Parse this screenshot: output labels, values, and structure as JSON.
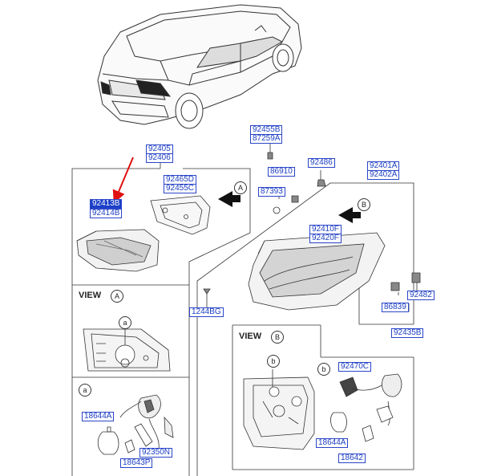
{
  "views": {
    "view_a": {
      "title": "VIEW",
      "marker": "A"
    },
    "view_b": {
      "title": "VIEW",
      "marker": "B"
    }
  },
  "markers": {
    "arrow_a": "A",
    "arrow_b": "B",
    "sub_a": "a",
    "sub_b": "b",
    "detail_a": "a",
    "detail_b": "b"
  },
  "parts": {
    "p92405": "92405",
    "p92406": "92406",
    "p92465D": "92465D",
    "p92455C": "92455C",
    "p92413B": "92413B",
    "p92414B": "92414B",
    "p92455B": "92455B",
    "p87259A": "87259A",
    "p86910": "86910",
    "p92486": "92486",
    "p87393": "87393",
    "p92401A": "92401A",
    "p92402A": "92402A",
    "p92410F": "92410F",
    "p92420F": "92420F",
    "p1244BG": "1244BG",
    "p92482": "92482",
    "p86839": "86839",
    "p92435B": "92435B",
    "p92470C": "92470C",
    "p18644A_b": "18644A",
    "p18642": "18642",
    "p18644A_a": "18644A",
    "p92350N": "92350N",
    "p18643P": "18643P"
  },
  "colors": {
    "label_border": "#2a45c9",
    "label_text": "#1d3fc2",
    "highlight": "#1a3fc8",
    "pointer_arrow": "#e01010"
  }
}
